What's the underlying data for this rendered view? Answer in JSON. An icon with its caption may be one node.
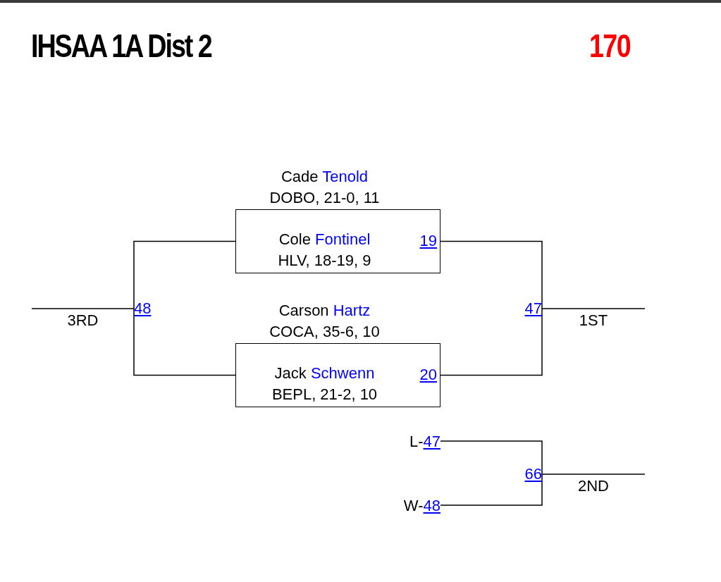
{
  "diagram": {
    "title": "IHSAA 1A Dist 2",
    "nodes": [
      {
        "text": [
          "Cade",
          "Tenold",
          "DOBO, 21-0, 11",
          "Cole",
          "Fontinel",
          "HLV, 18-19, 9",
          "19"
        ]
      },
      {
        "text": [
          "Carson",
          "Hartz",
          "COCA, 35-6, 10",
          "Jack",
          "Schwenn",
          "BEPL, 21-2, 10",
          "20"
        ]
      },
      {
        "text": [
          "47"
        ]
      },
      {
        "text": [
          "48"
        ]
      },
      {
        "text": [
          "L-",
          "47"
        ]
      },
      {
        "text": [
          "W-",
          "48"
        ]
      },
      {
        "text": [
          "66"
        ]
      }
    ],
    "edges": [
      {
        "from": 0,
        "to": 2,
        "arrow": "none"
      },
      {
        "from": 1,
        "to": 2,
        "arrow": "none"
      },
      {
        "from": 0,
        "to": 3,
        "arrow": "none"
      },
      {
        "from": 1,
        "to": 3,
        "arrow": "none"
      },
      {
        "from": 3,
        "to": null,
        "arrow": "none",
        "label": "3RD"
      },
      {
        "from": 2,
        "to": null,
        "arrow": "none",
        "label": "1ST"
      },
      {
        "from": 4,
        "to": 6,
        "arrow": "none"
      },
      {
        "from": 5,
        "to": 6,
        "arrow": "none"
      },
      {
        "from": 6,
        "to": null,
        "arrow": "none",
        "label": "2ND"
      }
    ],
    "labels": [
      "170"
    ]
  }
}
